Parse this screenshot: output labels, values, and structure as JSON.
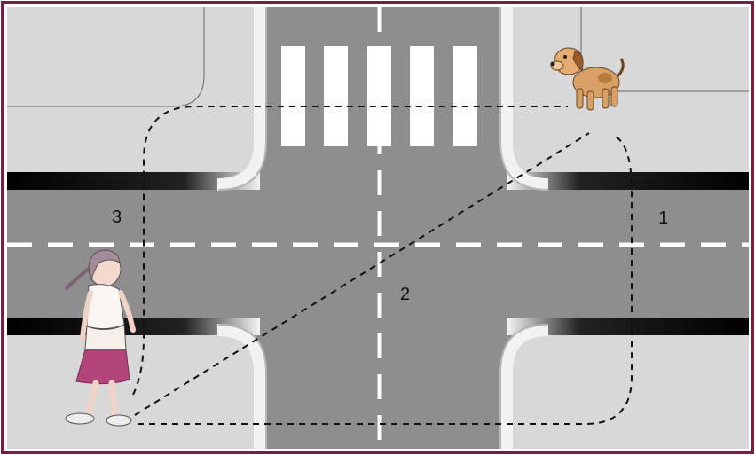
{
  "colors": {
    "frame": "#7a1d45",
    "sidewalk": "#d8d8d8",
    "road": "#8e8e8e",
    "lane_marking": "#ffffff",
    "curb": "#111111",
    "path": "#111111"
  },
  "icons": {
    "pedestrian": "girl-walking-icon",
    "destination": "dog-icon"
  },
  "routes": [
    {
      "label": "1"
    },
    {
      "label": "2"
    },
    {
      "label": "3"
    }
  ]
}
